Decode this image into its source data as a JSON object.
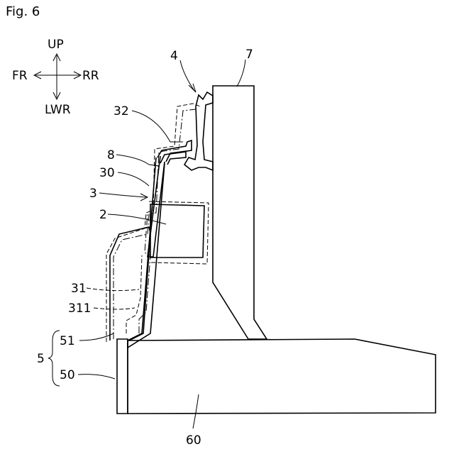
{
  "figure_title": "Fig. 6",
  "directions": {
    "up": "UP",
    "front": "FR",
    "rear": "RR",
    "lower": "LWR"
  },
  "labels": {
    "l4": "4",
    "l7": "7",
    "l32": "32",
    "l8": "8",
    "l30": "30",
    "l3": "3",
    "l2": "2",
    "l31": "31",
    "l311": "311",
    "l5": "5",
    "l51": "51",
    "l50": "50",
    "l60": "60"
  }
}
